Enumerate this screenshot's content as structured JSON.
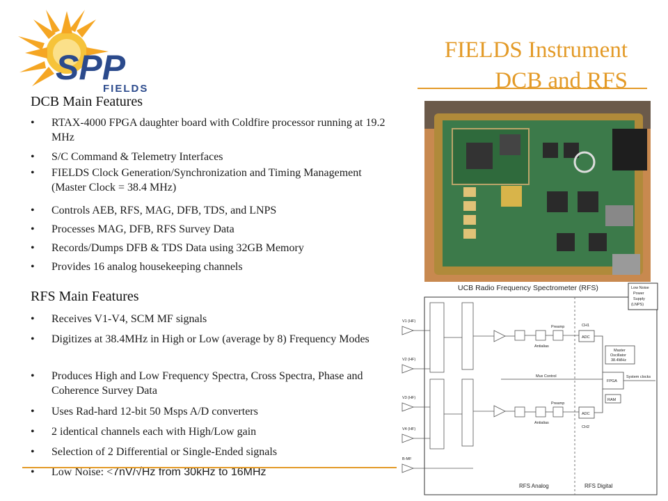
{
  "logo": {
    "main": "SPP",
    "sub": "FIELDS"
  },
  "title": {
    "line1": "FIELDS Instrument",
    "line2": "DCB and RFS"
  },
  "dcb": {
    "heading": "DCB Main Features",
    "items": [
      "RTAX-4000 FPGA daughter board with Coldfire processor running at 19.2 MHz",
      "S/C Command & Telemetry Interfaces",
      "FIELDS Clock Generation/Synchronization and Timing Management (Master Clock = 38.4 MHz)",
      "Controls AEB, RFS, MAG, DFB, TDS, and LNPS",
      "Processes MAG, DFB, RFS Survey Data",
      "Records/Dumps DFB & TDS Data using 32GB Memory",
      "Provides 16 analog housekeeping channels"
    ]
  },
  "rfs": {
    "heading": "RFS Main Features",
    "items": [
      "Receives V1-V4, SCM MF signals",
      "Digitizes at 38.4MHz in High or Low (average by 8) Frequency Modes",
      "Produces  High and Low Frequency Spectra, Cross Spectra, Phase and Coherence Survey Data",
      "Uses Rad-hard 12-bit 50 Msps A/D converters",
      "2 identical channels each with High/Low gain",
      "Selection of 2 Differential or Single-Ended signals"
    ],
    "last_item_prefix": "Low Noise: <",
    "last_item_suffix": "7nV/√Hz from 30kHz to 16MHz"
  },
  "diagram": {
    "title": "UCB Radio Frequency Spectrometer (RFS)",
    "lnps_label": [
      "Low Noise",
      "Power",
      "Supply",
      "(LNPS)"
    ],
    "inputs": [
      "V1 (HF)",
      "V2 (HF)",
      "V3 (HF)",
      "V4 (HF)",
      "B-MF"
    ],
    "ch1": "CH1",
    "ch2": "CH2",
    "adc": "ADC",
    "master_osc": [
      "Master",
      "Oscillator",
      "38.4MHz"
    ],
    "fpga": "FPGA",
    "ram": "RAM",
    "system_clocks": "System clocks",
    "mux_control": "Mux Control",
    "antialias": "Antialias",
    "preamp": "Preamp",
    "rfs_analog": "RFS Analog",
    "rfs_digital": "RFS Digital"
  },
  "colors": {
    "accent": "#e39a27",
    "logo_blue": "#2b4a8c"
  }
}
